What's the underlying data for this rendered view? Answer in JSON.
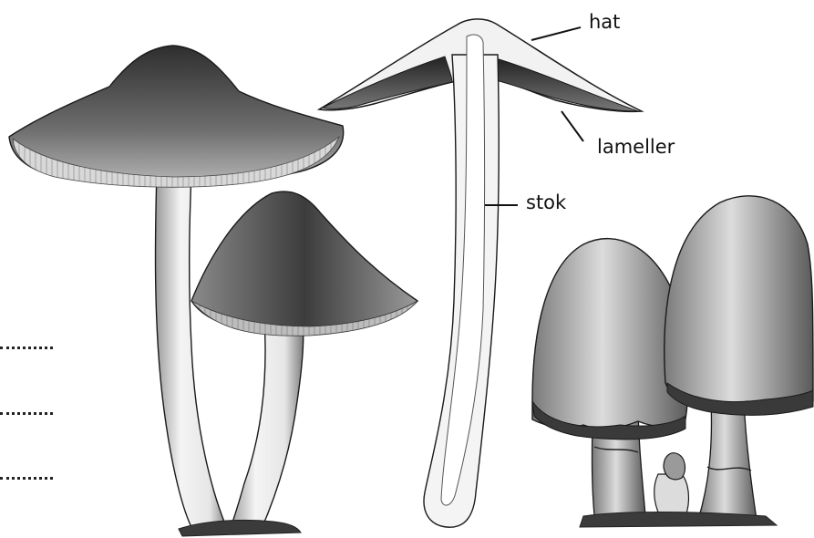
{
  "labels": {
    "hat": "hat",
    "lameller": "lameller",
    "stok": "stok"
  },
  "colors": {
    "ink": "#1a1a1a",
    "cap_dark": "#3a3a3a",
    "cap_mid": "#7a7a7a",
    "stem_light": "#efefef",
    "soil": "#3b3b3b"
  }
}
